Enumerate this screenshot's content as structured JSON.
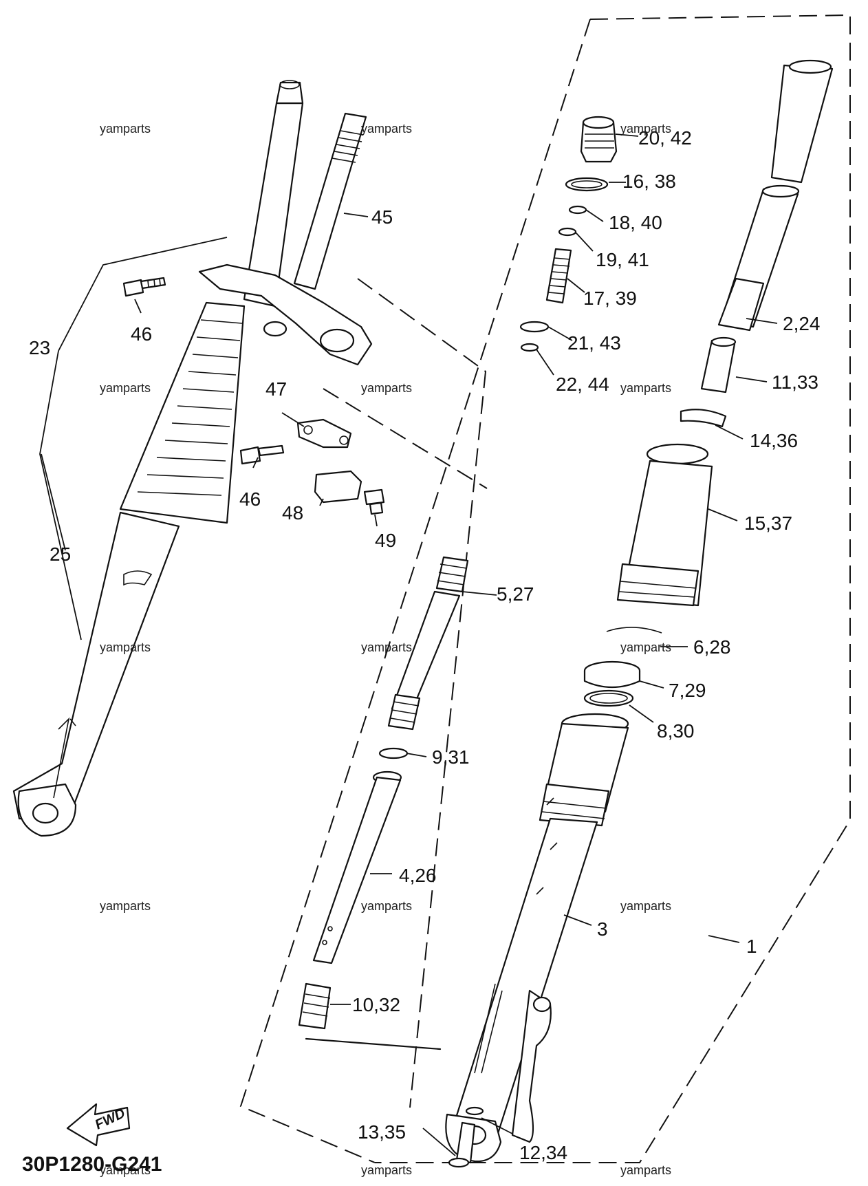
{
  "diagram_code": "30P1280-G241",
  "fwd_label": "FWD",
  "watermark": "yamparts",
  "watermarks": [
    "yamparts",
    "yamparts",
    "yamparts",
    "yamparts",
    "yamparts",
    "yamparts",
    "yamparts",
    "yamparts",
    "yamparts",
    "yamparts",
    "yamparts",
    "yamparts",
    "yamparts",
    "yamparts",
    "yamparts"
  ],
  "callouts": {
    "c20_42": "20, 42",
    "c16_38": "16, 38",
    "c18_40": "18, 40",
    "c19_41": "19, 41",
    "c17_39": "17, 39",
    "c21_43": "21, 43",
    "c22_44": "22, 44",
    "c45": "45",
    "c46a": "46",
    "c46b": "46",
    "c23": "23",
    "c25": "25",
    "c47": "47",
    "c48": "48",
    "c49": "49",
    "c5_27": "5,27",
    "c9_31": "9,31",
    "c4_26": "4,26",
    "c10_32": "10,32",
    "c13_35": "13,35",
    "c12_34": "12,34",
    "c3": "3",
    "c1": "1",
    "c2_24": "2,24",
    "c11_33": "11,33",
    "c14_36": "14,36",
    "c15_37": "15,37",
    "c6_28": "6,28",
    "c7_29": "7,29",
    "c8_30": "8,30"
  }
}
